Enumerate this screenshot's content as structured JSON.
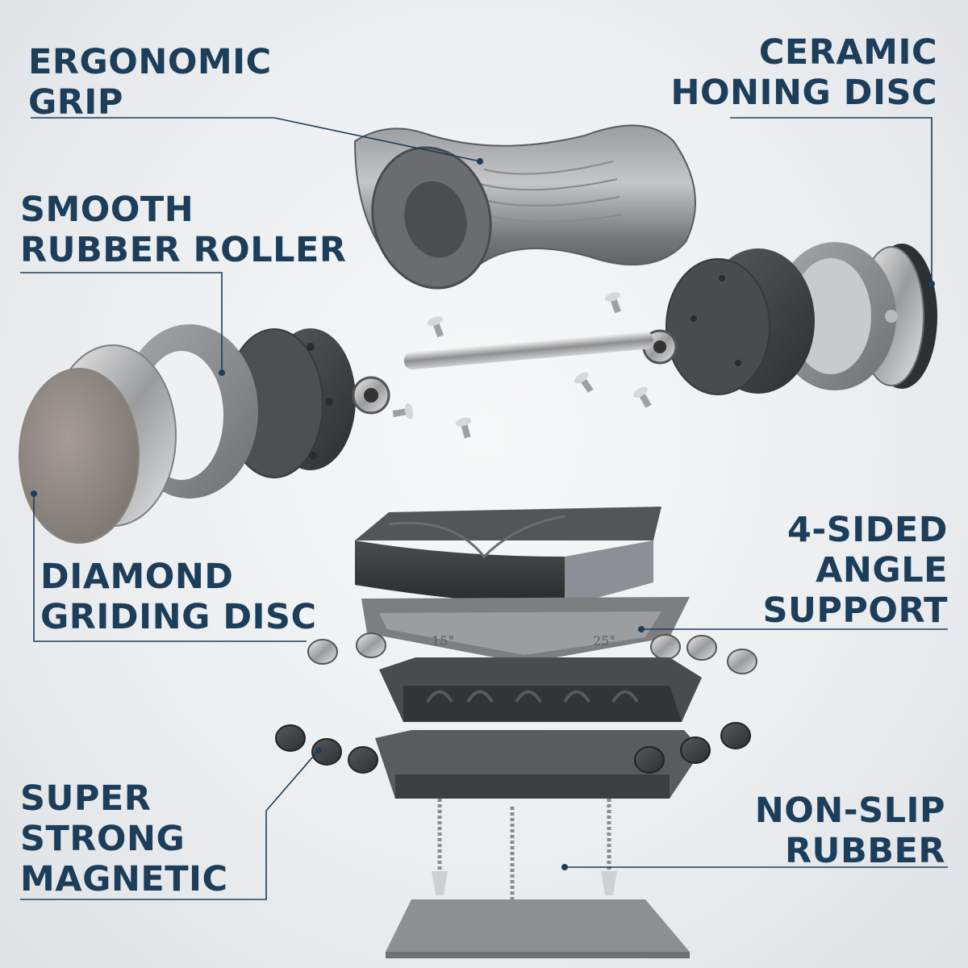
{
  "colors": {
    "label_text": "#1c3e5a",
    "leader_line": "#1c3e5a",
    "background": "#eceef0",
    "metal_dark": "#3a3b3d",
    "rubber_gray": "#8c8e90",
    "chrome": "#d9dadb"
  },
  "labels": {
    "ergonomic_grip": {
      "line1": "ERGONOMIC",
      "line2": "GRIP"
    },
    "ceramic_honing_disc": {
      "line1": "CERAMIC",
      "line2": "HONING DISC"
    },
    "smooth_rubber_roller": {
      "line1": "SMOOTH",
      "line2": "RUBBER ROLLER"
    },
    "diamond_griding_disc": {
      "line1": "DIAMOND",
      "line2": "GRIDING DISC"
    },
    "angle_support": {
      "line1": "4-SIDED",
      "line2": "ANGLE",
      "line3": "SUPPORT"
    },
    "super_strong_magnetic": {
      "line1": "SUPER",
      "line2": "STRONG",
      "line3": "MAGNETIC"
    },
    "non_slip_rubber": {
      "line1": "NON-SLIP",
      "line2": "RUBBER"
    }
  },
  "angle_marks": {
    "left": "15°",
    "right": "25°"
  },
  "icons": [
    "handle-icon",
    "ceramic-disc-icon",
    "rubber-roller-icon",
    "diamond-disc-icon",
    "bearing-icon",
    "axle-icon",
    "screw-icon",
    "angle-support-icon",
    "magnet-icon",
    "base-frame-icon",
    "rubber-pad-icon",
    "spring-foot-icon"
  ]
}
